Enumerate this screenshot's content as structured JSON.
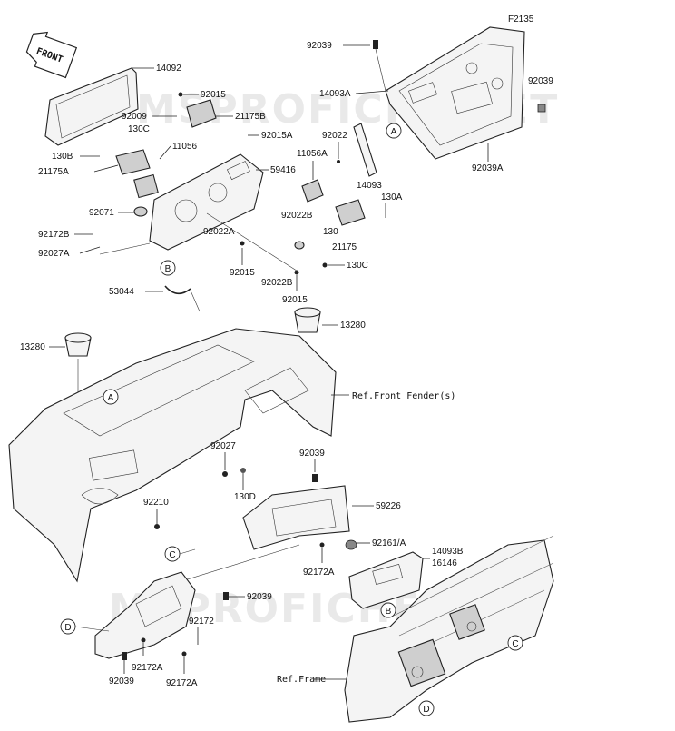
{
  "diagram": {
    "page_code": "F2135",
    "front_arrow_label": "FRONT",
    "watermark": "MSPROFICHE.NET",
    "labels": {
      "l14092": "14092",
      "l92015a": "92015",
      "l92009": "92009",
      "l21175b": "21175B",
      "l130c_top": "130C",
      "l11056": "11056",
      "l130b": "130B",
      "l21175a": "21175A",
      "l92015A": "92015A",
      "l59416": "59416",
      "l92071": "92071",
      "l92172b": "92172B",
      "l92027a": "92027A",
      "l92022a": "92022A",
      "l92015b": "92015",
      "l92022b_1": "92022B",
      "l92022b_2": "92022B",
      "l92015c": "92015",
      "l53044": "53044",
      "l130c_bot": "130C",
      "l130": "130",
      "l21175": "21175",
      "l130a": "130A",
      "l11056a": "11056A",
      "l92022": "92022",
      "l14093": "14093",
      "l92039_top": "92039",
      "l14093a": "14093A",
      "l92039_right": "92039",
      "l92039a": "92039A",
      "l13280_left": "13280",
      "l13280_right": "13280",
      "ref_fender": "Ref.Front Fender(s)",
      "l92027": "92027",
      "l130d": "130D",
      "l92039_mid": "92039",
      "l59226": "59226",
      "l92210": "92210",
      "l92161a": "92161/A",
      "l14093b": "14093B",
      "l16146": "16146",
      "l92172a_mid": "92172A",
      "l92039_low": "92039",
      "l92172": "92172",
      "l92172a_low1": "92172A",
      "l92039_bottom": "92039",
      "l92172a_low2": "92172A",
      "ref_frame": "Ref.Frame"
    },
    "callouts": {
      "a": "A",
      "b": "B",
      "c": "C",
      "d": "D"
    }
  }
}
